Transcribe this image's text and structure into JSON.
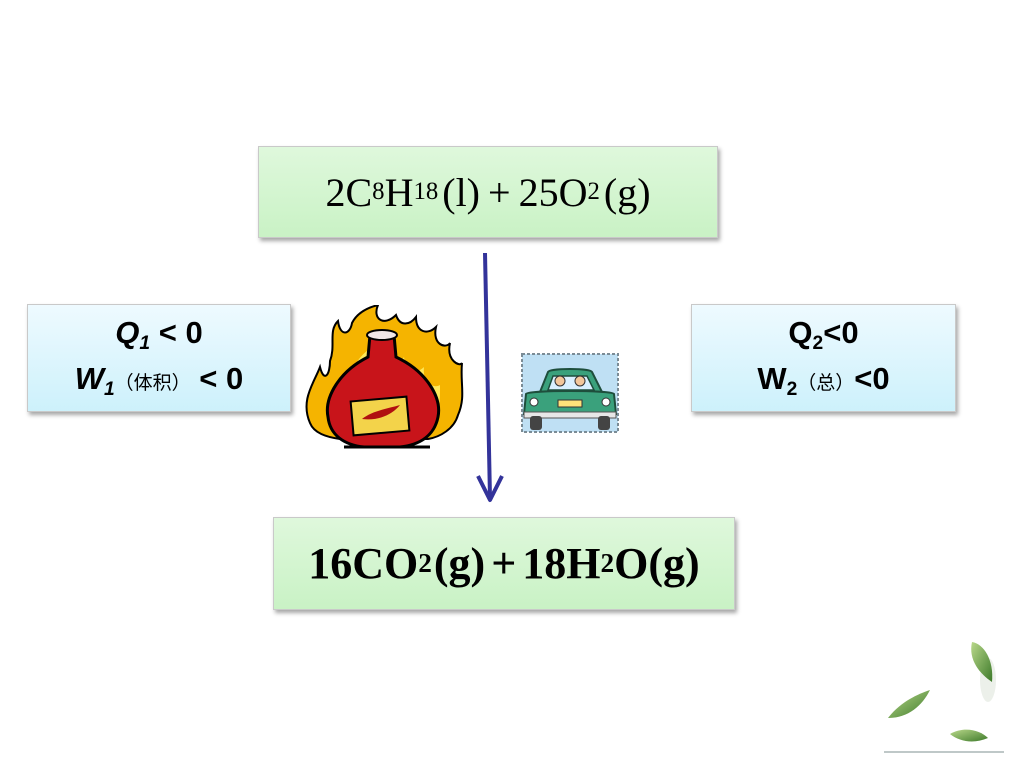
{
  "reactant": {
    "coef1": "2",
    "c": "C",
    "c_sub": "8",
    "h": "H",
    "h_sub": "18",
    "state1": "(l)",
    "plus": "+",
    "coef2": "25",
    "o": "O",
    "o_sub": "2",
    "state2": "(g)"
  },
  "product": {
    "coef1": "16",
    "co": "CO",
    "co_sub": "2",
    "state1": "(g)",
    "plus": "+",
    "coef2": "18",
    "h": "H",
    "h_sub": "2",
    "o": "O",
    "state2": "(g)"
  },
  "left_box": {
    "q_symbol": "Q",
    "q_sub": "1",
    "q_rest": " < 0",
    "w_symbol": "W",
    "w_sub": "1",
    "w_note": "（体积）",
    "w_rest": " < 0"
  },
  "right_box": {
    "q_symbol": "Q",
    "q_sub": "2",
    "q_rest": "<0",
    "w_symbol": "W",
    "w_sub": "2",
    "w_note": "（总）",
    "w_rest": "<0"
  },
  "colors": {
    "arrow": "#33339a",
    "green_box": "#d2f5cf",
    "blue_box": "#d8f4fc"
  },
  "icons": {
    "flame": "flaming-flask-icon",
    "car": "car-icon",
    "decoration": "leaves-icon"
  }
}
